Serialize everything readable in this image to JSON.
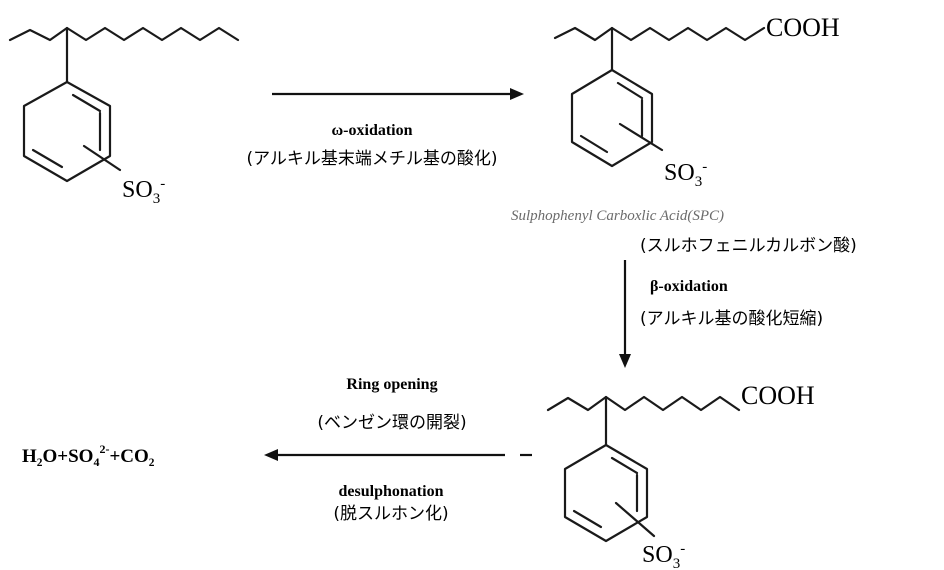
{
  "compounds": {
    "start_sulfonate": {
      "label": "SO",
      "sub": "3",
      "charge": "-"
    },
    "spc": {
      "acid_group": "COOH",
      "sulfonate": {
        "label": "SO",
        "sub": "3",
        "charge": "-"
      },
      "name_en": "Sulphophenyl Carboxlic Acid(SPC)",
      "name_jp": "(スルホフェニルカルボン酸)"
    },
    "short_spc": {
      "acid_group": "COOH",
      "sulfonate": {
        "label": "SO",
        "sub": "3",
        "charge": "-"
      }
    }
  },
  "steps": {
    "omega": {
      "title": "ω-oxidation",
      "desc": "(アルキル基末端メチル基の酸化)"
    },
    "beta": {
      "title": "β-oxidation",
      "desc": "(アルキル基の酸化短縮)"
    },
    "ring": {
      "title": "Ring opening",
      "desc": "(ベンゼン環の開裂)",
      "title2": "desulphonation",
      "desc2": "(脱スルホン化)"
    }
  },
  "products": {
    "h2o": "H₂O",
    "plus": "+",
    "so4": "SO",
    "so4_sub": "4",
    "so4_charge": "2-",
    "co2": "CO₂"
  }
}
